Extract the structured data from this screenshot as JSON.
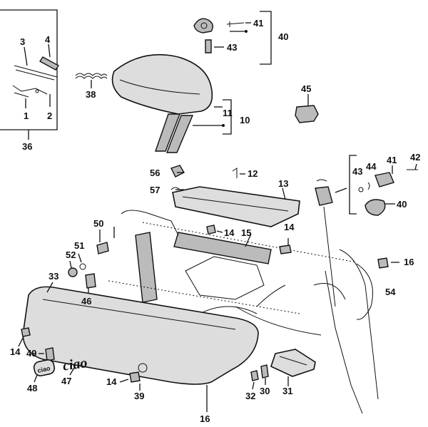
{
  "diagram": {
    "labels": {
      "l1": "1",
      "l2": "2",
      "l3": "3",
      "l4": "4",
      "l36": "36",
      "l38": "38",
      "l41a": "41",
      "l43a": "43",
      "l40a": "40",
      "l11": "11",
      "l10": "10",
      "l45": "45",
      "l56": "56",
      "l12": "12",
      "l57": "57",
      "l13": "13",
      "l43b": "43",
      "l44": "44",
      "l41b": "41",
      "l42": "42",
      "l40b": "40",
      "l50": "50",
      "l14a": "14",
      "l15": "15",
      "l14b": "14",
      "l51": "51",
      "l52": "52",
      "l16a": "16",
      "l54": "54",
      "l33": "33",
      "l46": "46",
      "l14c": "14",
      "l49": "49",
      "l48": "48",
      "l47": "47",
      "l14d": "14",
      "l39": "39",
      "l16b": "16",
      "l32": "32",
      "l30": "30",
      "l31": "31"
    },
    "ciao_text": "ciao",
    "ciao_small_text": "ciao"
  }
}
